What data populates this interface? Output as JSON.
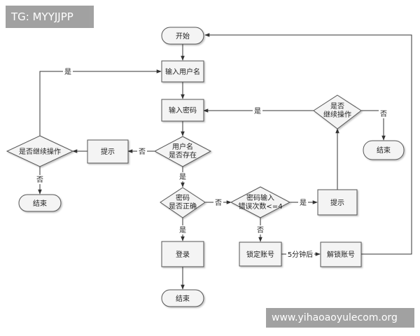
{
  "watermarks": {
    "top_left": "TG: MYYJJPP",
    "bottom_right": "www.yihaoaoyulecom.org"
  },
  "nodes": {
    "start": "开始",
    "input_user": "输入用户名",
    "input_pwd": "输入密码",
    "user_exists": [
      "用户名",
      "是否存在"
    ],
    "prompt_left": "提示",
    "continue_left": "是否继续操作",
    "end_left": "结束",
    "pwd_correct": [
      "密码",
      "是否正确"
    ],
    "login": "登录",
    "end_bottom": "结束",
    "pwd_errors": [
      "密码输入",
      "错误次数<=4"
    ],
    "prompt_right": "提示",
    "continue_right": [
      "是否",
      "继续操作"
    ],
    "end_right": "结束",
    "lock": "锁定账号",
    "unlock": "解锁账号"
  },
  "edges": {
    "yes_left_top": "是",
    "no_user": "否",
    "no_continue_left": "否",
    "yes_user": "是",
    "no_pwd": "否",
    "yes_pwd": "是",
    "yes_errors": "是",
    "no_errors": "否",
    "yes_continue_right": "是",
    "no_continue_right": "否",
    "after_5min": "5分钟后"
  }
}
